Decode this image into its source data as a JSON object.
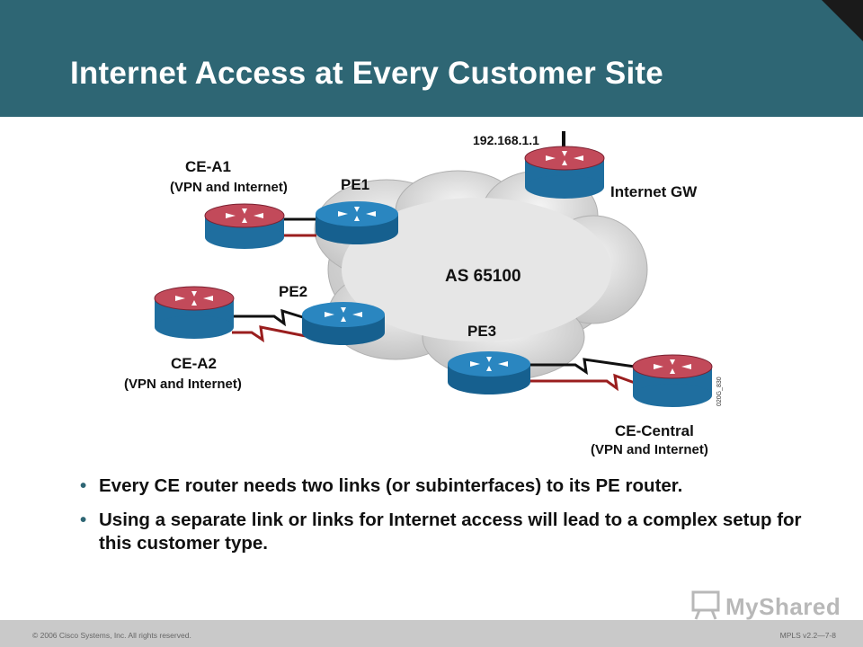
{
  "slide": {
    "title": "Internet Access at Every Customer Site",
    "bullets": [
      "Every CE router needs two links (or subinterfaces) to its PE router.",
      "Using a separate link or links for Internet access will lead to a complex setup for this customer type."
    ],
    "bullet_char": "•"
  },
  "diagram": {
    "cloud_label": "AS 65100",
    "gw_ip": "192.168.1.1",
    "figure_id": "020G_830",
    "nodes": {
      "ce_a1": {
        "name": "CE-A1",
        "sub": "(VPN and Internet)"
      },
      "ce_a2": {
        "name": "CE-A2",
        "sub": "(VPN and Internet)"
      },
      "ce_central": {
        "name": "CE-Central",
        "sub": "(VPN and Internet)"
      },
      "pe1": {
        "name": "PE1"
      },
      "pe2": {
        "name": "PE2"
      },
      "pe3": {
        "name": "PE3"
      },
      "internet_gw": {
        "name": "Internet GW"
      }
    },
    "colors": {
      "ce_router_top": "#c24a5a",
      "pe_router": "#1f79b4",
      "router_body": "#1f6e9f",
      "vpn_link": "#111111",
      "internet_link": "#9a1e1e",
      "cloud": "#d9d9d9"
    }
  },
  "footer": {
    "copyright": "© 2006 Cisco Systems, Inc. All rights reserved.",
    "slide_ref": "MPLS v2.2—7-8",
    "watermark": "MyShared"
  }
}
